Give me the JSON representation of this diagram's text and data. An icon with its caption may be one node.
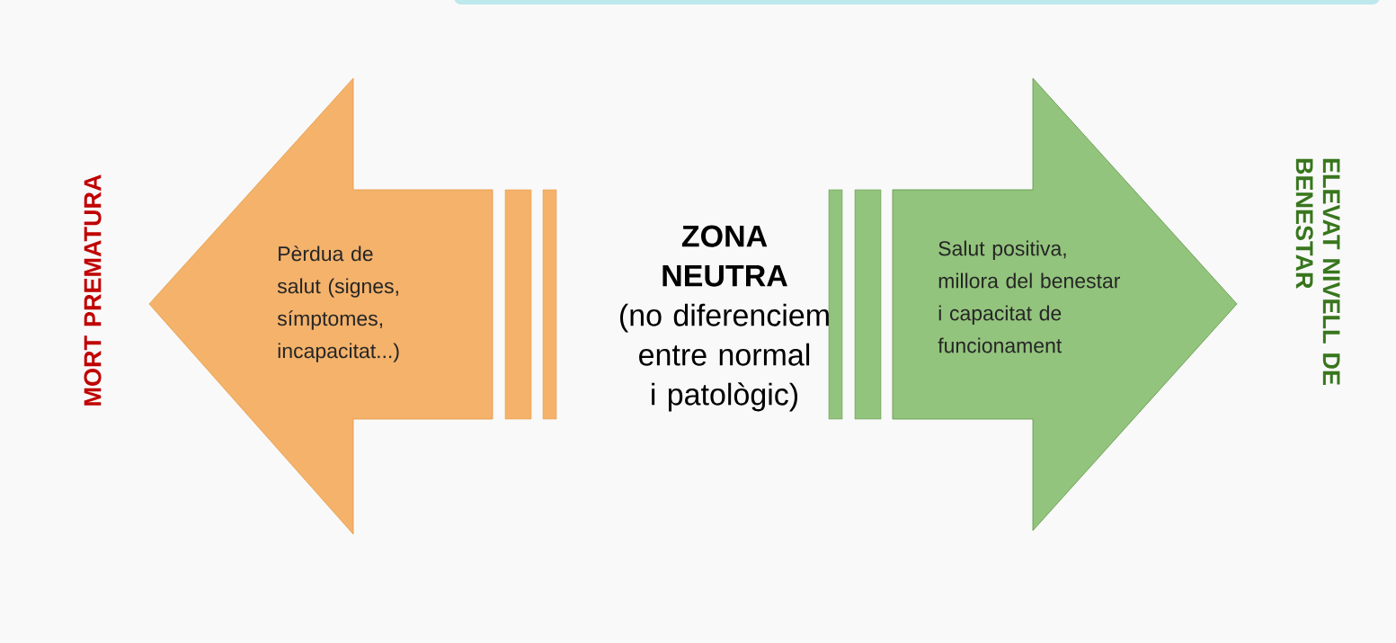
{
  "diagram": {
    "nodes": [
      {
        "text": [
          "Pèrdua de salut (signes, símptomes, incapacitat...)"
        ]
      },
      {
        "text": [
          "Salut positiva, millora del benestar i capacitat de funcionament"
        ]
      }
    ],
    "labels": [
      "MORT PREMATURA",
      "**ZONA NEUTRA** (no diferenciem entre normal i patològic)",
      "ELEVAT NIVELL DE BENESTAR"
    ]
  }
}
